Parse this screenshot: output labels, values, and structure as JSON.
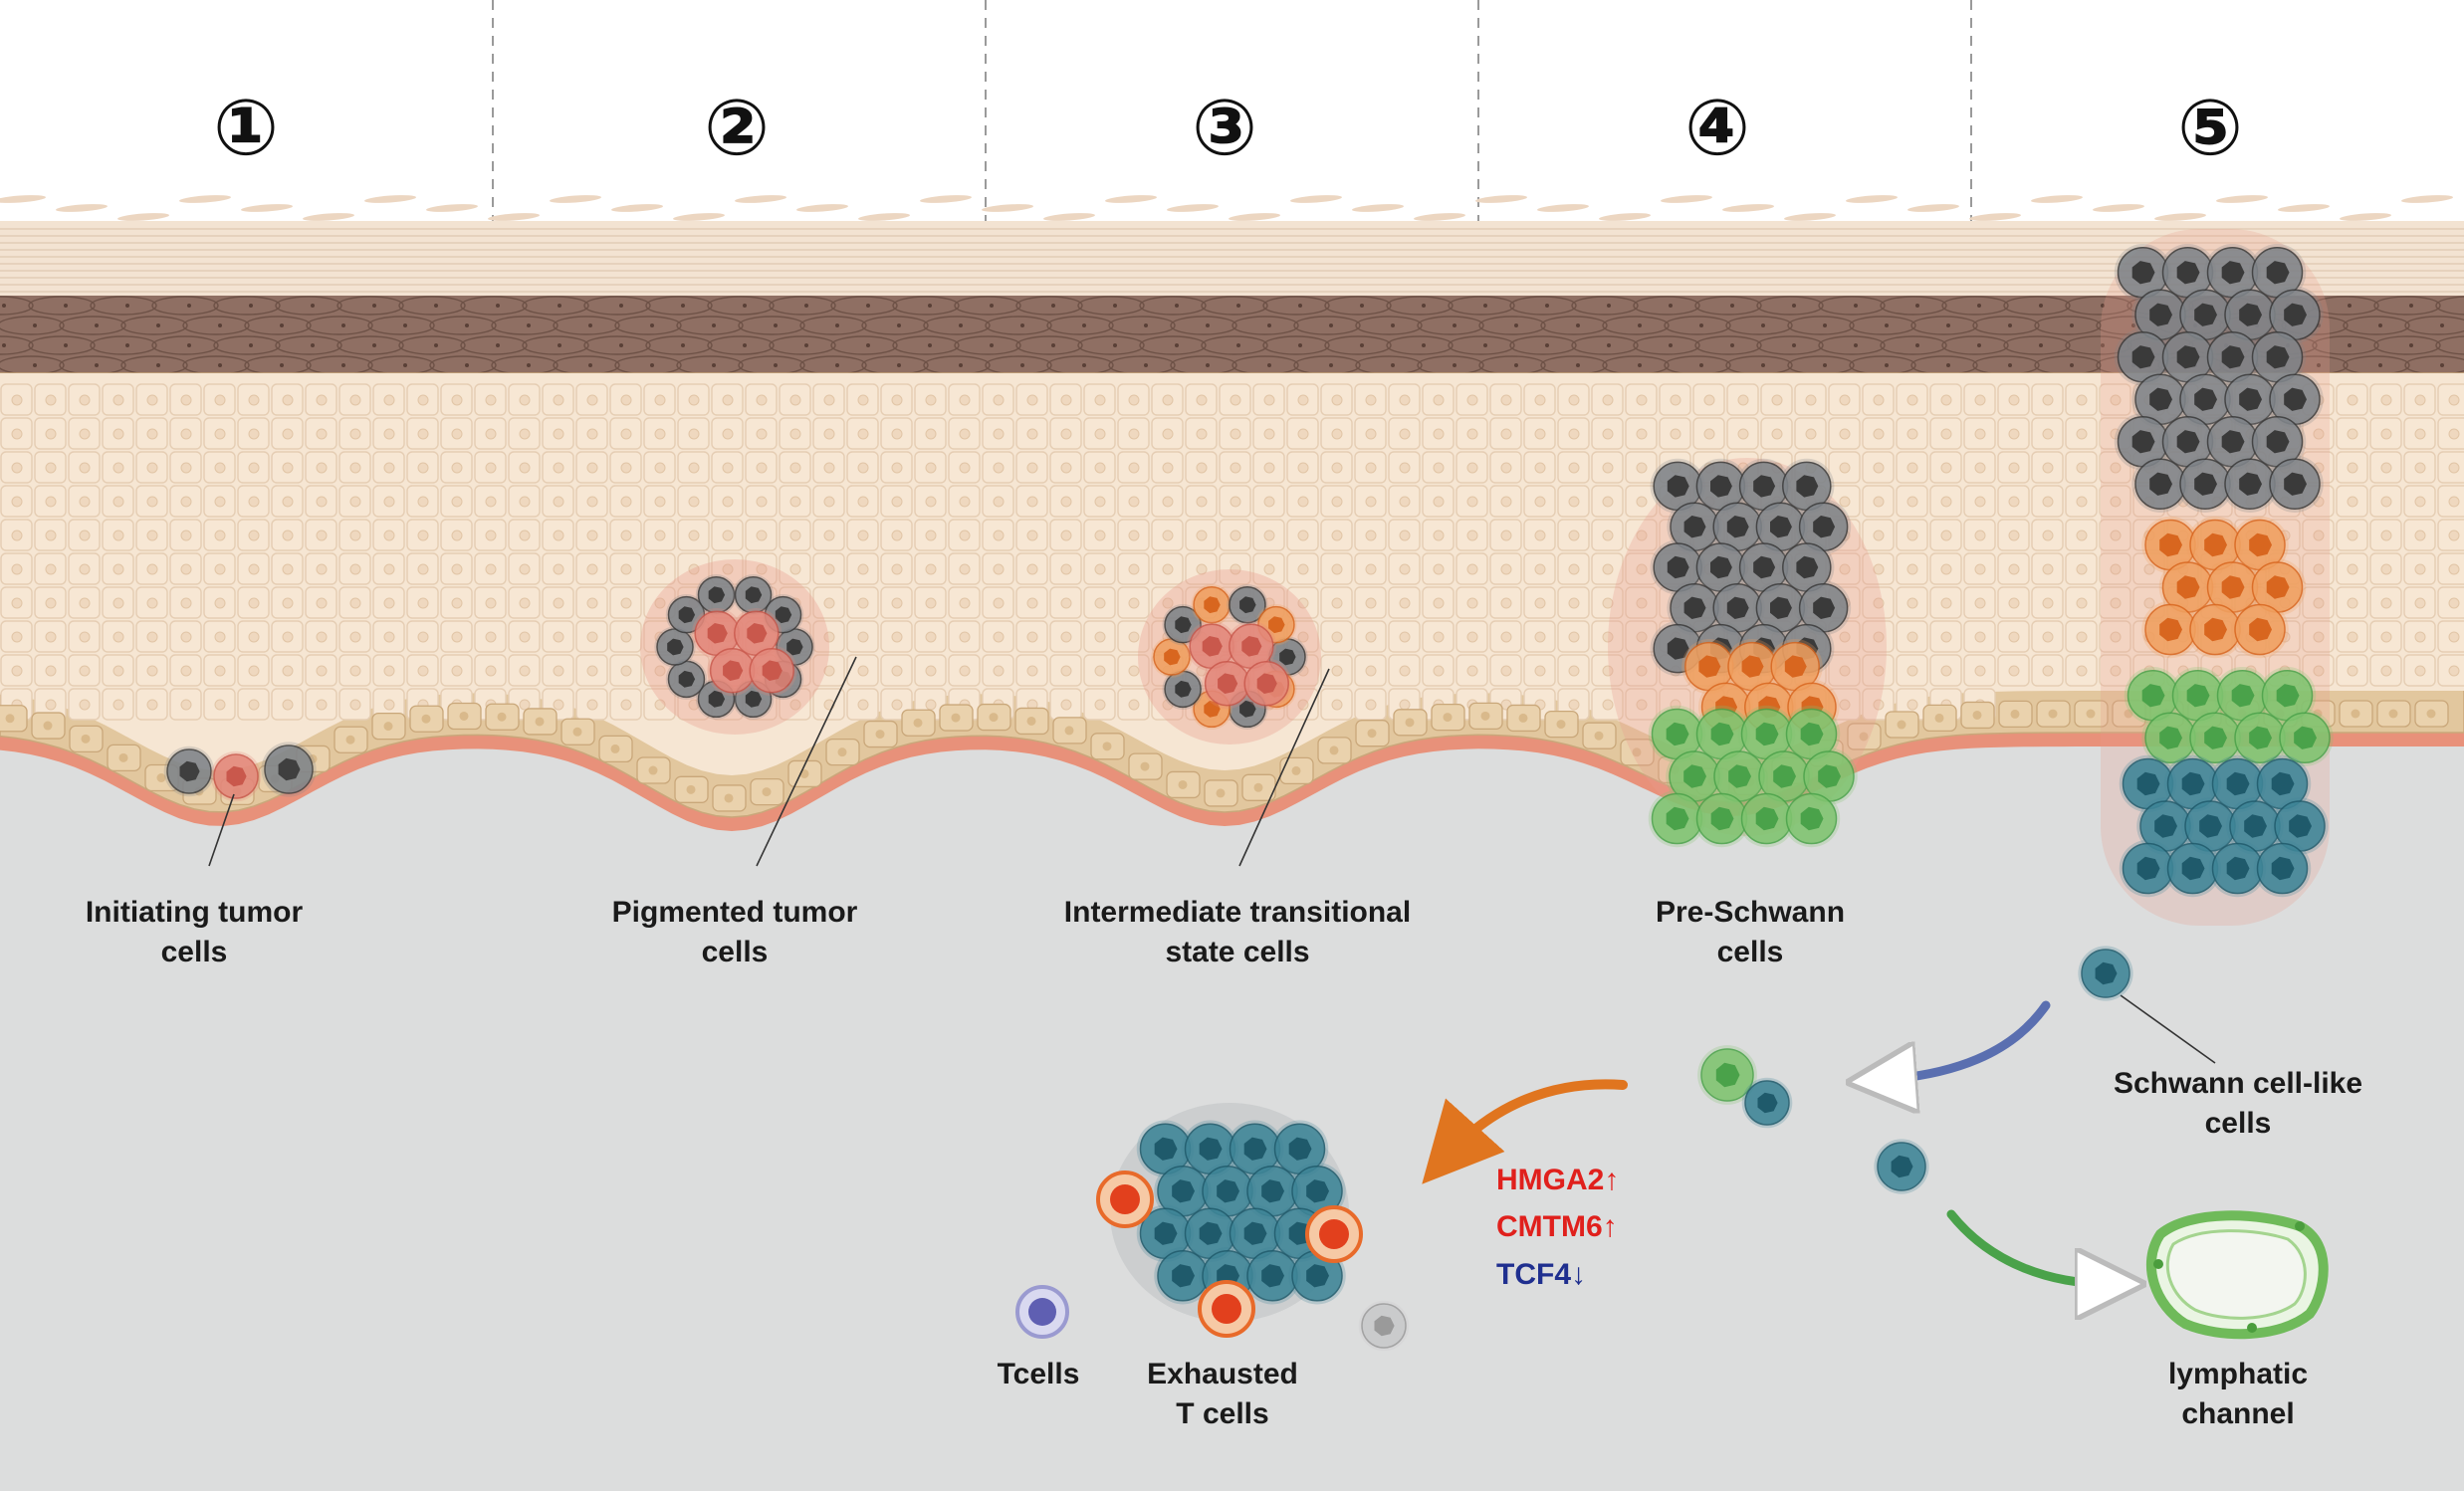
{
  "stages": [
    "①",
    "②",
    "③",
    "④",
    "⑤"
  ],
  "labels": {
    "initiating": [
      "Initiating tumor",
      "cells"
    ],
    "pigmented": [
      "Pigmented tumor",
      "cells"
    ],
    "intermediate": [
      "Intermediate transitional",
      "state cells"
    ],
    "pre_schwann": [
      "Pre-Schwann",
      "cells"
    ],
    "schwann_like": [
      "Schwann cell-like",
      "cells"
    ],
    "lymphatic": [
      "lymphatic",
      "channel"
    ],
    "tcells": "Tcells",
    "exhausted": [
      "Exhausted",
      "T cells"
    ]
  },
  "genes": [
    {
      "text": "HMGA2↑",
      "direction": "up"
    },
    {
      "text": "CMTM6↑",
      "direction": "up"
    },
    {
      "text": "TCF4↓",
      "direction": "down"
    }
  ],
  "colors": {
    "background_lower": "#dcdddd",
    "corneum": "#f3e3d2",
    "melanin_layer": "#8f6f63",
    "spinous": "#f6e6d3",
    "basal": "#e2c79e",
    "basement": "#e8917a",
    "gray_tumor": "#7f8489",
    "pigmented_tumor": "#e3877a",
    "transitional": "#f0a060",
    "pre_schwann": "#7fc46f",
    "schwann_like": "#3e8597",
    "gene_up": "#e0201c",
    "gene_down": "#1f2f8f",
    "arrow_orange": "#e0751f",
    "arrow_blue": "#5a6fb0",
    "arrow_green": "#4aa24a"
  }
}
